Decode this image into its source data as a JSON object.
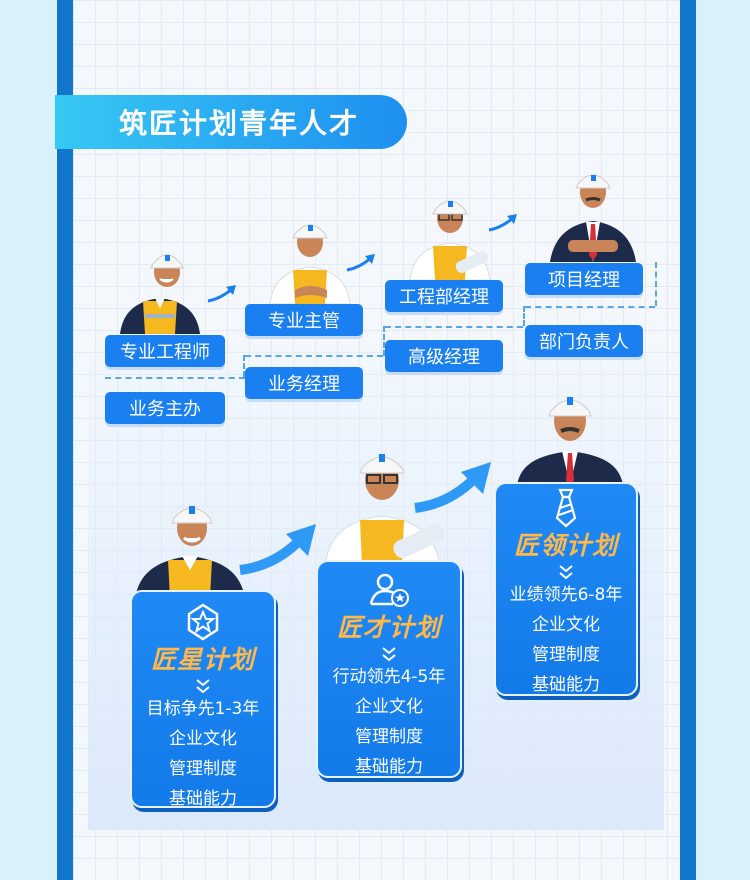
{
  "header": {
    "title": "筑匠计划青年人才"
  },
  "career_tags": {
    "professional_engineer": "专业工程师",
    "business_assistant": "业务主办",
    "professional_supervisor": "专业主管",
    "business_manager": "业务经理",
    "engineering_dept_manager": "工程部经理",
    "senior_manager": "高级经理",
    "project_manager": "项目经理",
    "dept_head": "部门负责人"
  },
  "plans": [
    {
      "name": "匠星计划",
      "lead": "目标争先1-3年",
      "items": [
        "企业文化",
        "管理制度",
        "基础能力"
      ],
      "icon": "star-badge-icon"
    },
    {
      "name": "匠才计划",
      "lead": "行动领先4-5年",
      "items": [
        "企业文化",
        "管理制度",
        "基础能力"
      ],
      "icon": "user-star-icon"
    },
    {
      "name": "匠领计划",
      "lead": "业绩领先6-8年",
      "items": [
        "企业文化",
        "管理制度",
        "基础能力"
      ],
      "icon": "tie-icon"
    }
  ],
  "colors": {
    "primary_blue": "#1a7ff0",
    "border_blue": "#1177cc",
    "accent_orange": "#ffb84a",
    "vest_yellow": "#f5b820"
  }
}
